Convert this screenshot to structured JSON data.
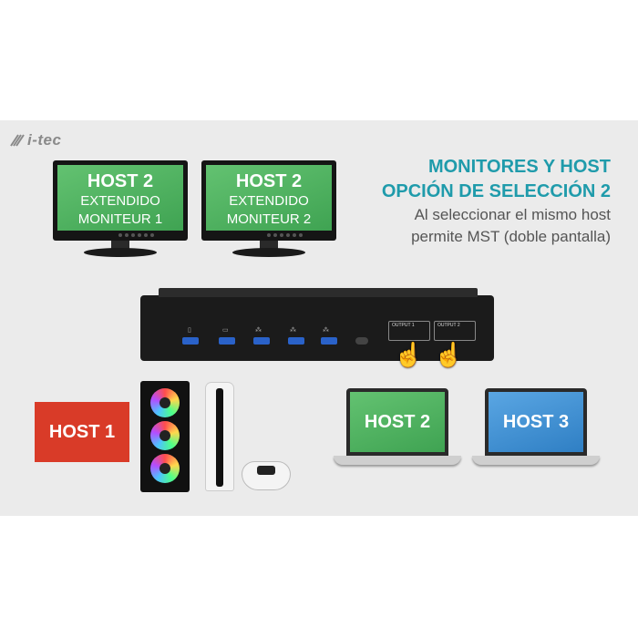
{
  "brand": {
    "logo_text": "i-tec"
  },
  "headline": {
    "title_line1": "MONITORES Y HOST",
    "title_line2": "OPCIÓN DE SELECCIÓN 2",
    "subtitle_line1": "Al seleccionar el mismo host",
    "subtitle_line2": "permite MST (doble pantalla)"
  },
  "monitors": [
    {
      "title": "HOST 2",
      "line1": "EXTENDIDO",
      "line2": "MONITEUR 1"
    },
    {
      "title": "HOST 2",
      "line1": "EXTENDIDO",
      "line2": "MONITEUR 2"
    }
  ],
  "kvm": {
    "output_label_1": "OUTPUT 1",
    "output_label_2": "OUTPUT 2"
  },
  "hosts": {
    "host1": "HOST 1",
    "host2": "HOST 2",
    "host3": "HOST 3"
  },
  "colors": {
    "accent": "#1f9bab",
    "monitor_screen": "#4cae5c",
    "host1": "#d93b28",
    "host2_laptop": "#4cae5c",
    "host3_laptop": "#3d8fd1"
  },
  "icons": [
    "hand-pointer-icon",
    "usb-port-icon"
  ]
}
